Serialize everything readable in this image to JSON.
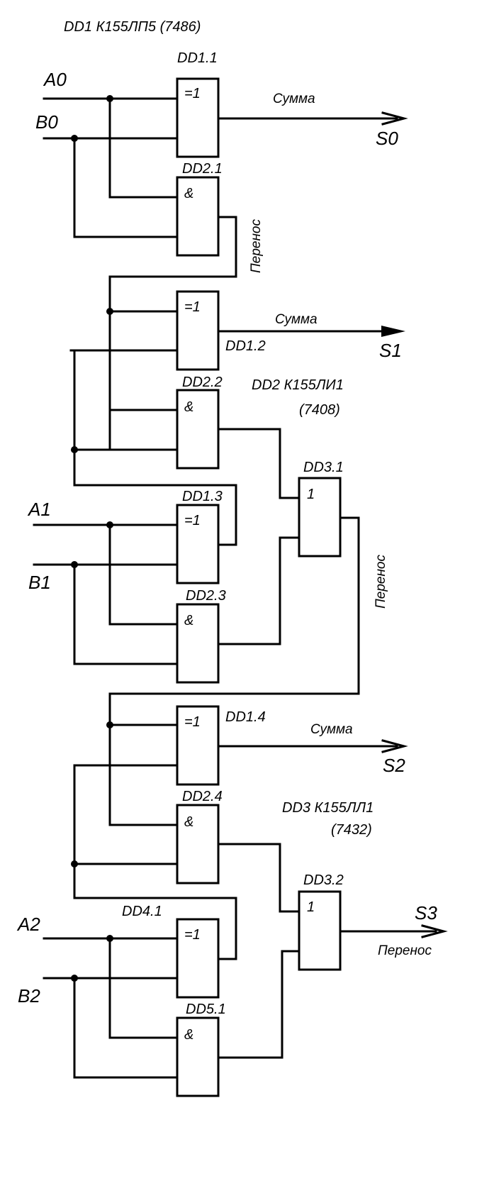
{
  "labels": {
    "chip_dd1": "DD1 К155ЛП5 (7486)",
    "chip_dd2_line1": "DD2 К155ЛИ1",
    "chip_dd2_line2": "(7408)",
    "chip_dd3_line1": "DD3 К155ЛЛ1",
    "chip_dd3_line2": "(7432)"
  },
  "gates": {
    "dd1_1": {
      "ref": "DD1.1",
      "symbol": "=1"
    },
    "dd2_1": {
      "ref": "DD2.1",
      "symbol": "&"
    },
    "dd1_2": {
      "ref": "DD1.2",
      "symbol": "=1"
    },
    "dd2_2": {
      "ref": "DD2.2",
      "symbol": "&"
    },
    "dd1_3": {
      "ref": "DD1.3",
      "symbol": "=1"
    },
    "dd2_3": {
      "ref": "DD2.3",
      "symbol": "&"
    },
    "dd3_1": {
      "ref": "DD3.1",
      "symbol": "1"
    },
    "dd1_4": {
      "ref": "DD1.4",
      "symbol": "=1"
    },
    "dd2_4": {
      "ref": "DD2.4",
      "symbol": "&"
    },
    "dd4_1": {
      "ref": "DD4.1",
      "symbol": "=1"
    },
    "dd5_1": {
      "ref": "DD5.1",
      "symbol": "&"
    },
    "dd3_2": {
      "ref": "DD3.2",
      "symbol": "1"
    }
  },
  "inputs": {
    "a0": "A0",
    "b0": "B0",
    "a1": "A1",
    "b1": "B1",
    "a2": "A2",
    "b2": "B2"
  },
  "outputs": {
    "s0": "S0",
    "s1": "S1",
    "s2": "S2",
    "s3": "S3"
  },
  "net_names": {
    "sum_0": "Сумма",
    "sum_1": "Сумма",
    "sum_2": "Сумма",
    "carry_0": "Переноc",
    "carry_1": "Перенос",
    "carry_out": "Перенос"
  }
}
